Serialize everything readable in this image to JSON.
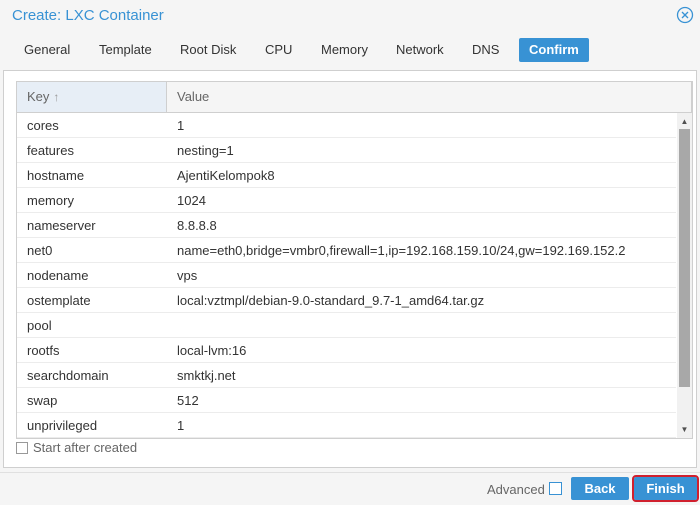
{
  "window": {
    "title": "Create: LXC Container"
  },
  "tabs": [
    {
      "label": "General"
    },
    {
      "label": "Template"
    },
    {
      "label": "Root Disk"
    },
    {
      "label": "CPU"
    },
    {
      "label": "Memory"
    },
    {
      "label": "Network"
    },
    {
      "label": "DNS"
    },
    {
      "label": "Confirm",
      "active": true
    }
  ],
  "grid": {
    "columns": {
      "key": "Key",
      "value": "Value"
    },
    "rows": [
      {
        "key": "cores",
        "value": "1"
      },
      {
        "key": "features",
        "value": "nesting=1"
      },
      {
        "key": "hostname",
        "value": "AjentiKelompok8"
      },
      {
        "key": "memory",
        "value": "1024"
      },
      {
        "key": "nameserver",
        "value": "8.8.8.8"
      },
      {
        "key": "net0",
        "value": "name=eth0,bridge=vmbr0,firewall=1,ip=192.168.159.10/24,gw=192.169.152.2"
      },
      {
        "key": "nodename",
        "value": "vps"
      },
      {
        "key": "ostemplate",
        "value": "local:vztmpl/debian-9.0-standard_9.7-1_amd64.tar.gz"
      },
      {
        "key": "pool",
        "value": ""
      },
      {
        "key": "rootfs",
        "value": "local-lvm:16"
      },
      {
        "key": "searchdomain",
        "value": "smktkj.net"
      },
      {
        "key": "swap",
        "value": "512"
      },
      {
        "key": "unprivileged",
        "value": "1"
      }
    ]
  },
  "options": {
    "start_after_created": "Start after created"
  },
  "footer": {
    "advanced_label": "Advanced",
    "back_label": "Back",
    "finish_label": "Finish"
  },
  "colors": {
    "accent": "#3892d4",
    "highlight": "#d0202e"
  },
  "icons": {
    "close": "close-circle-icon",
    "sort": "sort-ascending-icon"
  }
}
